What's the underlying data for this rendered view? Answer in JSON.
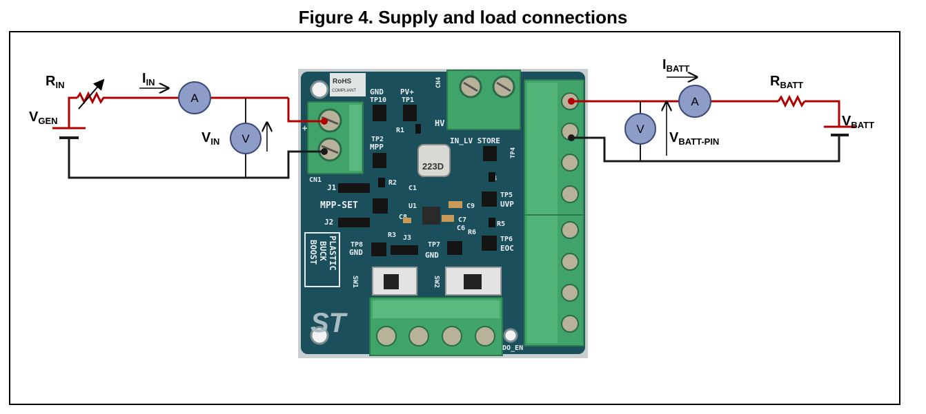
{
  "figure": {
    "title": "Figure 4. Supply and load connections"
  },
  "input_side": {
    "r_label": "R",
    "r_sub": "IN",
    "i_label": "I",
    "i_sub": "IN",
    "vgen_label": "V",
    "vgen_sub": "GEN",
    "vin_label": "V",
    "vin_sub": "IN",
    "ammeter": "A",
    "voltmeter": "V"
  },
  "output_side": {
    "i_label": "I",
    "i_sub": "BATT",
    "r_label": "R",
    "r_sub": "BATT",
    "vbatt_label": "V",
    "vbatt_sub": "BATT",
    "vpin_label": "V",
    "vpin_sub": "BATT-PIN",
    "ammeter": "A",
    "voltmeter": "V"
  },
  "board": {
    "rohs": "RoHS",
    "compliant": "COMPLIANT",
    "gnd": "GND",
    "tp10": "TP10",
    "pvplus": "PV+",
    "tp1": "TP1",
    "r1": "R1",
    "tp2": "TP2",
    "mpp": "MPP",
    "hv": "HV",
    "in_lv_store": "IN_LV STORE",
    "cn4": "CN4",
    "cn1": "CN1",
    "chip": "223D",
    "j1": "J1",
    "mppset": "MPP-SET",
    "j2": "J2",
    "r2": "R2",
    "c1": "C1",
    "u1": "U1",
    "c9": "C9",
    "c8": "C8",
    "c7": "C7",
    "c6": "C6",
    "r3": "R3",
    "j3": "J3",
    "tp8": "TP8",
    "gnd2": "GND",
    "tp7": "TP7",
    "gnd3": "GND",
    "r4": "R4",
    "r5": "R5",
    "r6": "R6",
    "tp5": "TP5",
    "uvp": "UVP",
    "tp6": "TP6",
    "eoc": "EOC",
    "tp4": "TP4",
    "sw1": "SW1",
    "sw2": "SW2",
    "plastic": "PLASTIC",
    "buck": "BUCK",
    "boost": "BOOST",
    "logo": "ST",
    "do_en": "DO_EN",
    "plus": "+"
  },
  "colors": {
    "wire_red": "#b00000",
    "wire_black": "#1a1a1a",
    "meter_fill": "#8e9cc8",
    "pcb": "#1c4f5c",
    "terminal": "#3fa36a"
  }
}
